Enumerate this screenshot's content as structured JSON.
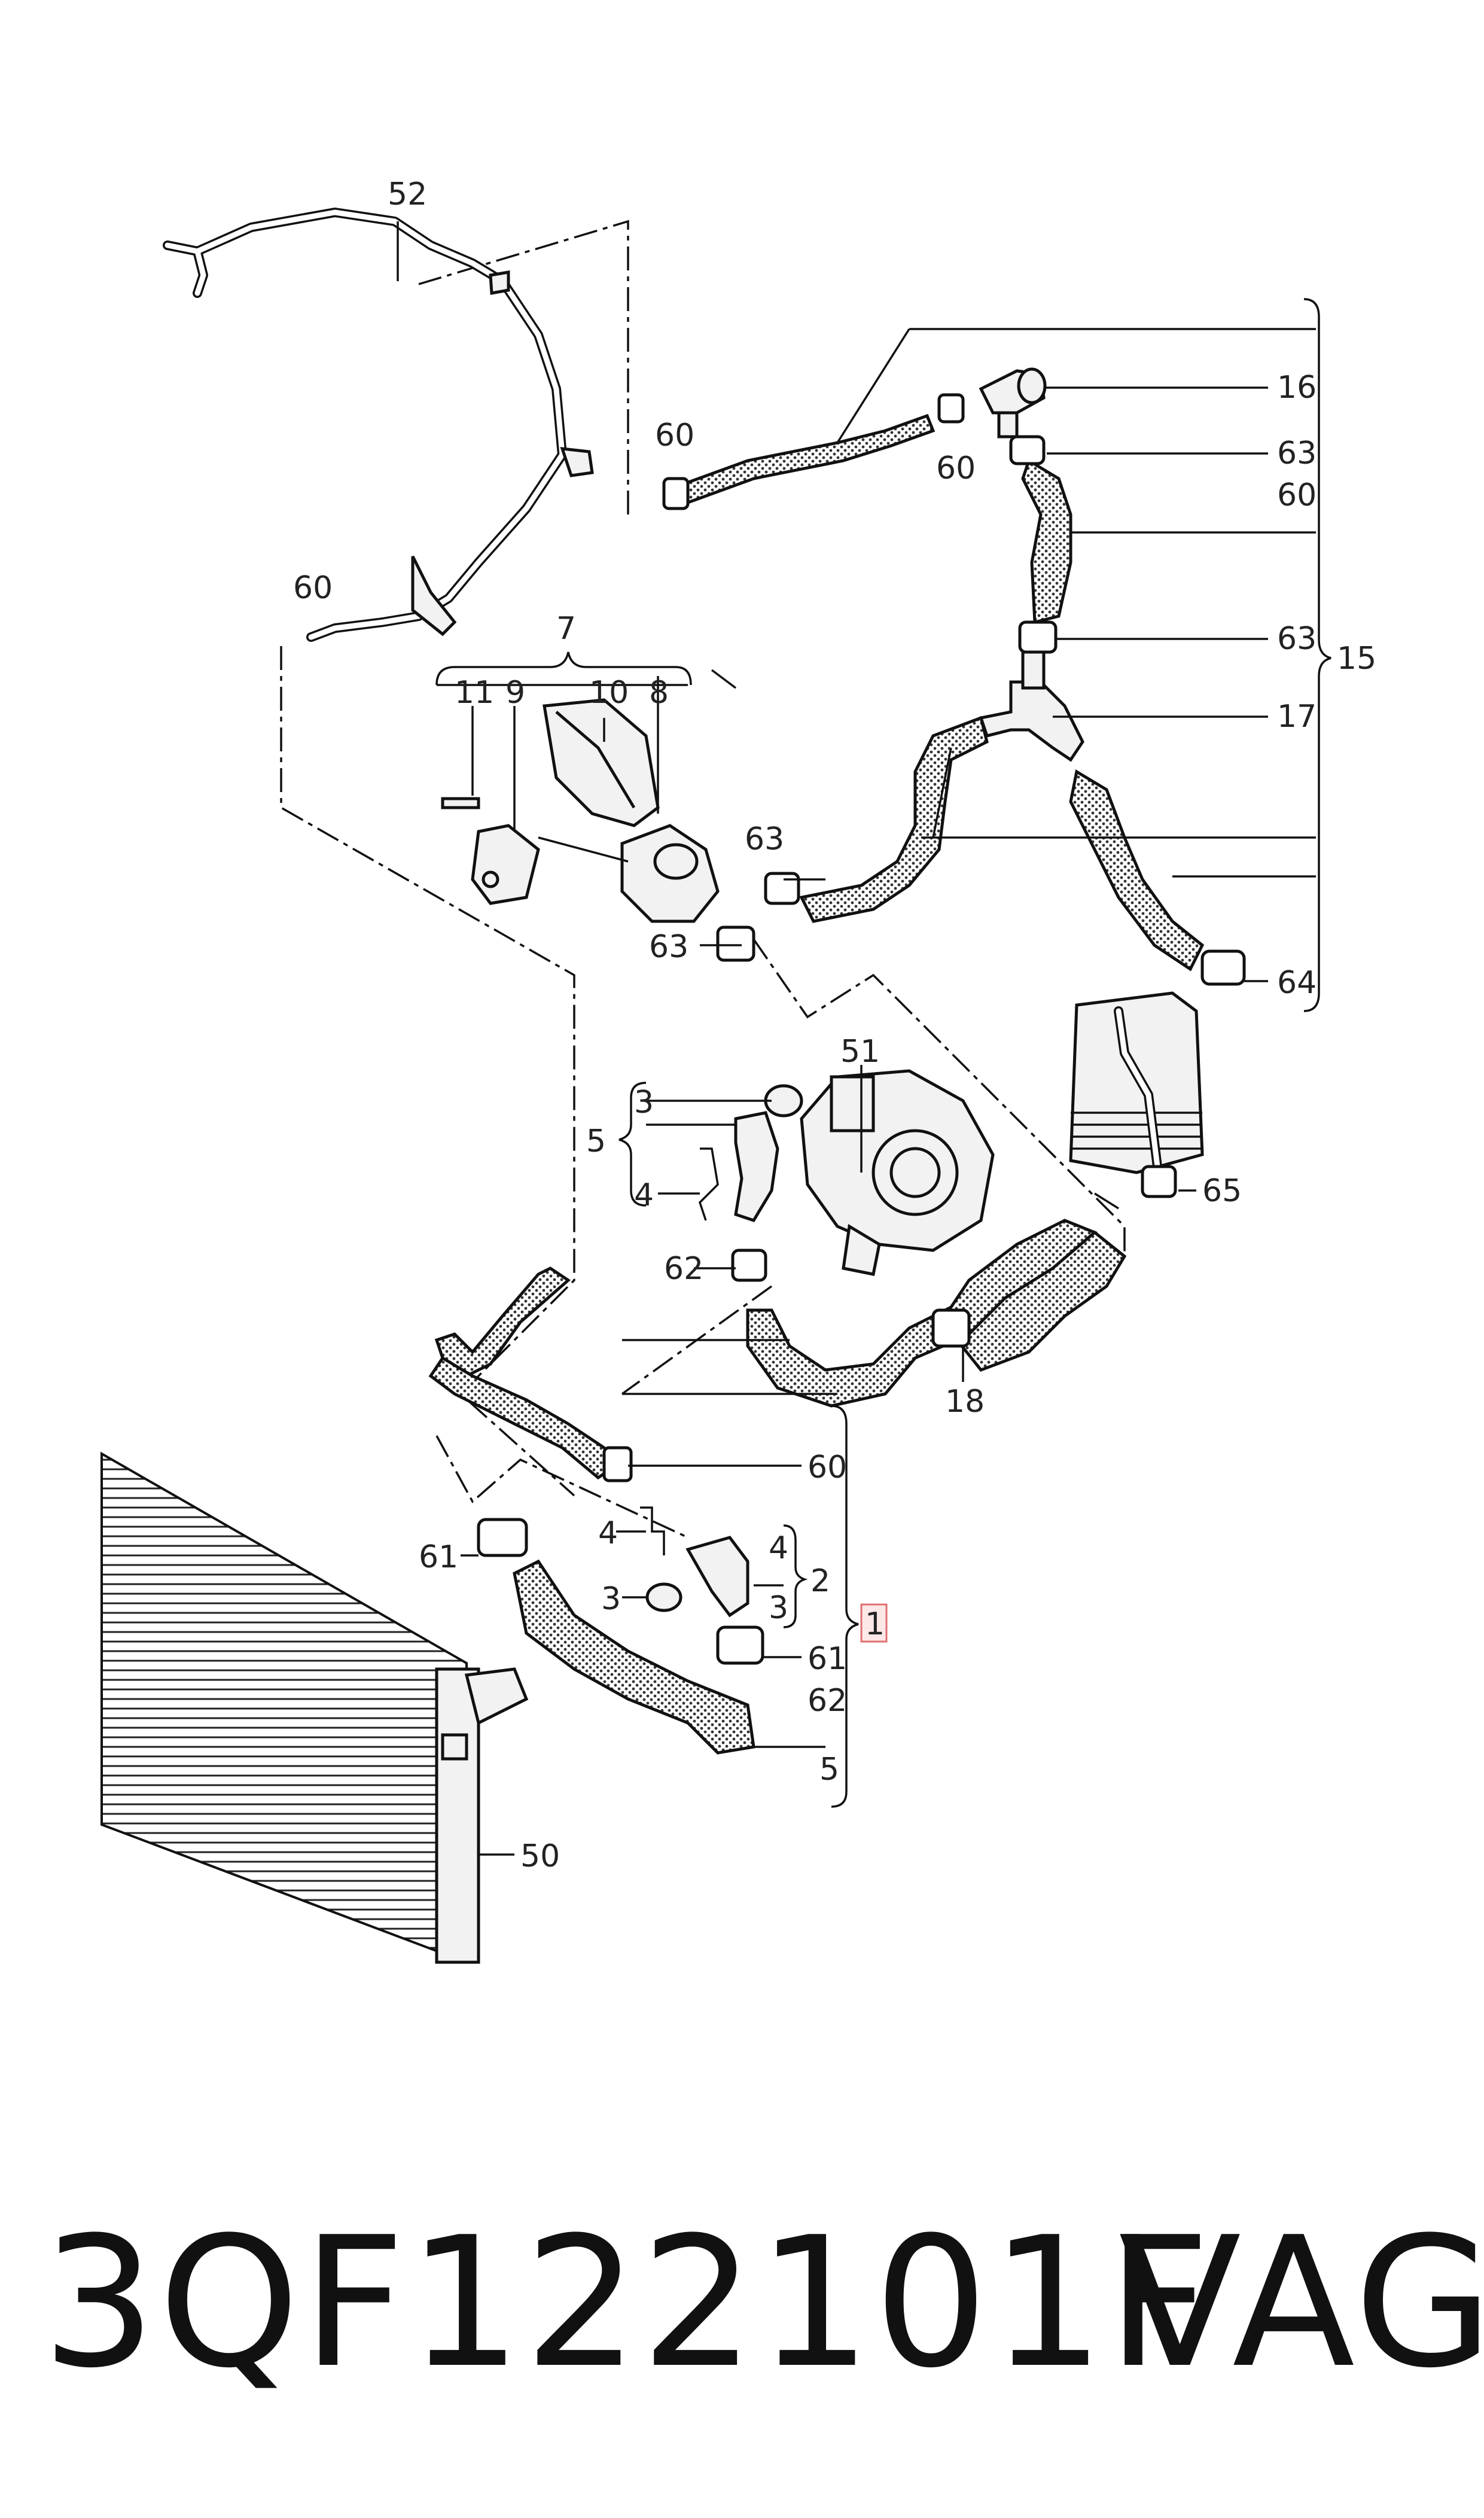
{
  "footer": {
    "part_number": "3QF122101F",
    "brand": "VAG"
  },
  "callouts": {
    "c1": "1",
    "c2": "2",
    "c3a": "3",
    "c3b": "3",
    "c3c": "3",
    "c4a": "4",
    "c4b": "4",
    "c4c": "4",
    "c5a": "5",
    "c5b": "5",
    "c7": "7",
    "c8": "8",
    "c9": "9",
    "c10": "10",
    "c11": "11",
    "c15": "15",
    "c16": "16",
    "c17": "17",
    "c18": "18",
    "c50": "50",
    "c51": "51",
    "c52": "52",
    "c60a": "60",
    "c60b": "60",
    "c60c": "60",
    "c60d": "60",
    "c60e": "60",
    "c61a": "61",
    "c61b": "61",
    "c62a": "62",
    "c62b": "62",
    "c63a": "63",
    "c63b": "63",
    "c63c": "63",
    "c63d": "63",
    "c64": "64",
    "c65": "65"
  },
  "colors": {
    "line": "#111111",
    "highlight_box": "#e07070",
    "background": "#ffffff"
  }
}
